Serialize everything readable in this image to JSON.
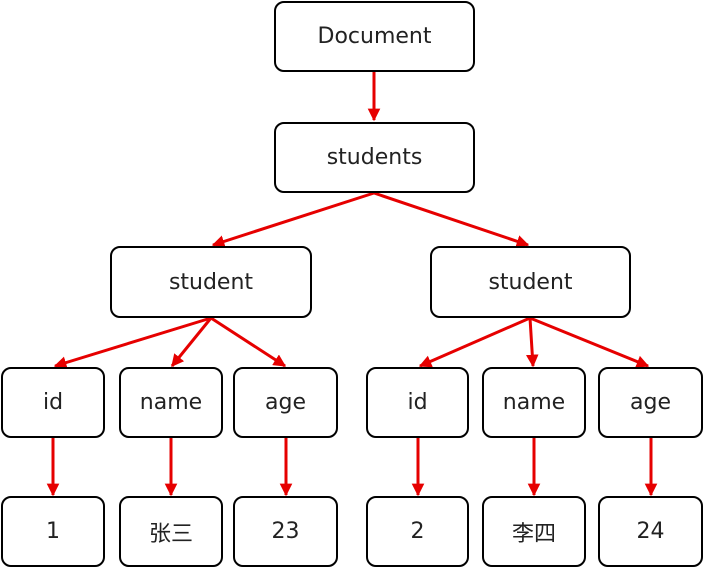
{
  "tree": {
    "root": "Document",
    "collection": "students",
    "records": [
      {
        "label": "student",
        "fields": [
          {
            "key": "id",
            "value": "1"
          },
          {
            "key": "name",
            "value": "张三"
          },
          {
            "key": "age",
            "value": "23"
          }
        ]
      },
      {
        "label": "student",
        "fields": [
          {
            "key": "id",
            "value": "2"
          },
          {
            "key": "name",
            "value": "李四"
          },
          {
            "key": "age",
            "value": "24"
          }
        ]
      }
    ]
  },
  "colors": {
    "arrow": "#e60000",
    "border": "#000000",
    "text": "#222222",
    "background": "#ffffff"
  }
}
